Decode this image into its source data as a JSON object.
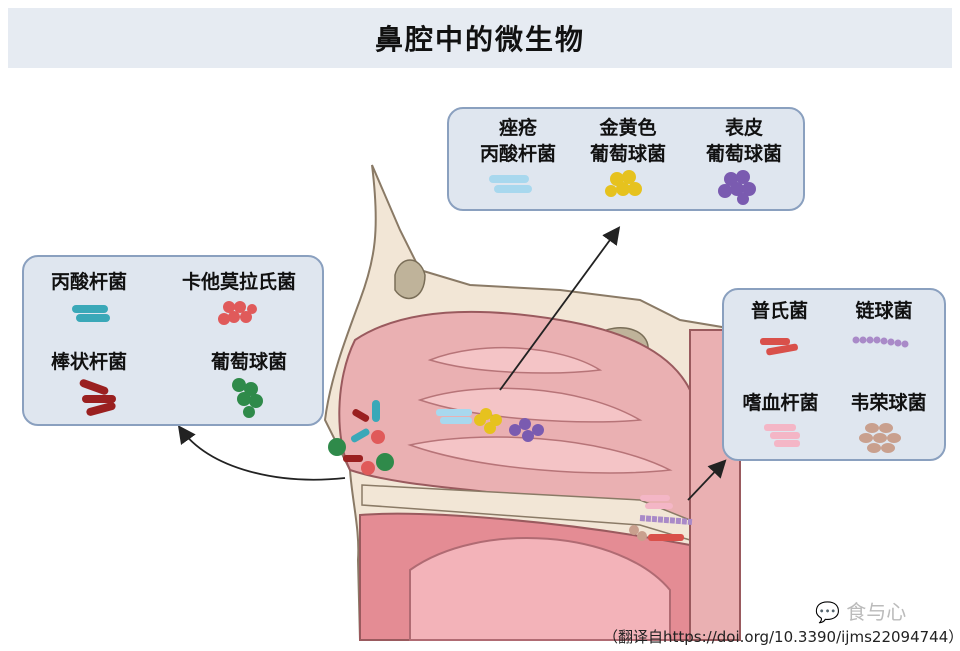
{
  "title": "鼻腔中的微生物",
  "top_box": {
    "items": [
      {
        "line1": "痤疮",
        "line2": "丙酸杆菌",
        "color": "#a8d8ee"
      },
      {
        "line1": "金黄色",
        "line2": "葡萄球菌",
        "color": "#e6c21e"
      },
      {
        "line1": "表皮",
        "line2": "葡萄球菌",
        "color": "#7a5bb0"
      }
    ]
  },
  "left_box": {
    "items": [
      {
        "label": "丙酸杆菌",
        "color": "#3aa8b8"
      },
      {
        "label": "卡他莫拉氏菌",
        "color": "#e05a5a"
      },
      {
        "label": "棒状杆菌",
        "color": "#9a2020"
      },
      {
        "label": "葡萄球菌",
        "color": "#2f8a4a"
      }
    ]
  },
  "right_box": {
    "items": [
      {
        "label": "普氏菌",
        "color": "#d9504a"
      },
      {
        "label": "链球菌",
        "color": "#a98ac8"
      },
      {
        "label": "嗜血杆菌",
        "color": "#f4b6c6"
      },
      {
        "label": "韦荣球菌",
        "color": "#c9a08e"
      }
    ]
  },
  "watermark": "食与心",
  "source": "（翻译自https://doi.org/10.3390/ijms22094744）"
}
